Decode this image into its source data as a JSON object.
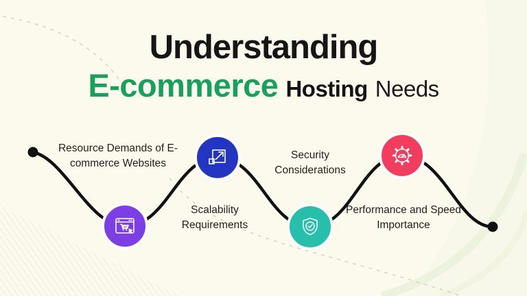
{
  "title": {
    "line1": "Understanding",
    "highlight": "E-commerce",
    "bold_word": "Hosting",
    "light_word": "Needs"
  },
  "steps": [
    {
      "label": "Resource Demands of E-commerce Websites",
      "icon": "browser-cart-icon",
      "color": "#7B3FE4"
    },
    {
      "label": "Scalability Requirements",
      "icon": "expand-scale-icon",
      "color": "#2336C2"
    },
    {
      "label": "Security Considerations",
      "icon": "shield-check-icon",
      "color": "#27BEAC"
    },
    {
      "label": "Performance and Speed Importance",
      "icon": "speed-gauge-gear-icon",
      "color": "#F23D5E"
    }
  ],
  "colors": {
    "background": "#FCFAED",
    "accent_green": "#18A05E",
    "timeline_line": "#111111",
    "dashed_decor": "#d7d5c5"
  }
}
